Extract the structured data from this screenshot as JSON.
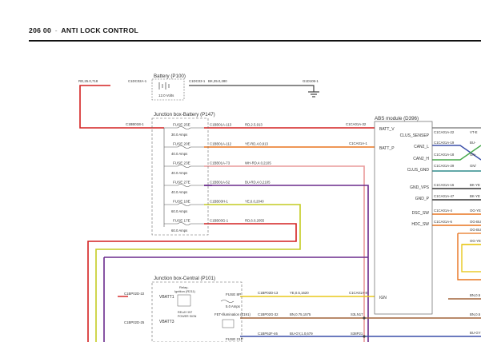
{
  "header": {
    "section": "206 00",
    "separator": "-",
    "title": "ANTI LOCK CONTROL"
  },
  "battery": {
    "title": "Battery (P100)",
    "voltage": "12.0 Volts"
  },
  "battery_wires": {
    "left_wire": "RD,25.0,718",
    "left_conn": "C1DC02A-1",
    "right_conn": "C1DC03-1",
    "right_wire": "BK,35.0,280",
    "ground": "G1D106-1"
  },
  "jb_battery": {
    "title": "Junction box-Battery (P147)",
    "input_conn": "C1BB01B-1",
    "fuses": [
      {
        "name": "FUSE 25E",
        "rating": "30.0 Amps",
        "conn": "C1BB01A-113",
        "wire": "RD,2.5,913"
      },
      {
        "name": "FUSE 20E",
        "rating": "40.0 Amps",
        "conn": "C1BB01A-112",
        "wire": "YE-RD,4.0,913"
      },
      {
        "name": "FUSE 23E",
        "rating": "40.0 Amps",
        "conn": "C1BB01A-73",
        "wire": "WH-RD,4.0,2105"
      },
      {
        "name": "FUSE 27E",
        "rating": "40.0 Amps",
        "conn": "C1BB01A-52",
        "wire": "BU-RD,4.0,2105"
      },
      {
        "name": "FUSE 18E",
        "rating": "60.0 Amps",
        "conn": "C1BB03H-1",
        "wire": "YE,6.0,2040"
      },
      {
        "name": "FUSE 17E",
        "rating": "60.0 Amps",
        "conn": "C1BB03G-1",
        "wire": "RD,6.0,2055"
      }
    ],
    "abs_conn_1": "C1CA01A-32",
    "abs_conn_2": "C1CA01A-1"
  },
  "abs_module": {
    "title": "ABS module (D396)",
    "left_pins": [
      "BATT_V",
      "BATT_P",
      "IGN"
    ],
    "right_pins": [
      "CLUS_SENSEP",
      "CAN2_L",
      "CAN2_H",
      "CLUS_GND",
      "GND_VPS",
      "GND_P",
      "DSC_SW",
      "HDC_SW"
    ],
    "right_conns": [
      {
        "conn": "C1CA01A-22",
        "wire": "VT-E"
      },
      {
        "conn": "C1CA01A-19",
        "wire": "BU-"
      },
      {
        "conn": "C1CA01A-18",
        "wire": "GN-"
      },
      {
        "conn": "C1CA01A-29",
        "wire": "GN/"
      },
      {
        "conn": "C1CA01A-16",
        "wire": "BK-YE"
      },
      {
        "conn": "C1CA01A-47",
        "wire": "BK-YE"
      },
      {
        "conn": "C1CA01A-4",
        "wire": "OG-YE"
      },
      {
        "conn": "C1CA01A-6",
        "wire": "OG-BU"
      },
      {
        "conn": "",
        "wire": "OG-BU"
      },
      {
        "conn": "",
        "wire": "OG-YE"
      },
      {
        "conn": "",
        "wire": "BN,0.5"
      },
      {
        "conn": "",
        "wire": "BN,0.5"
      },
      {
        "conn": "",
        "wire": "BU-GY"
      }
    ],
    "ign_conn": "C1CA01A-8"
  },
  "jb_central": {
    "title": "Junction box-Central (P101)",
    "relay_title": "Relay-",
    "relay_subtitle": "Ignition (R211)",
    "relay2_title": "RELAY INT",
    "relay2_subtitle": "POWER SIGN",
    "vbatt1": "VBATT1",
    "vbatt3": "VBATT3",
    "conn_left_1": "C1BP02D-22",
    "conn_left_2": "C1BP02D-25",
    "fuse_8p": {
      "name": "FUSE 8P",
      "rating": "5.0 Amps",
      "conn": "C1BP02D-13",
      "wire": "YE,0.5,1620"
    },
    "fet": {
      "name": "FET-Illumination (Z191)",
      "conn": "C1BP02G-32",
      "wire": "BN,0.75,1575",
      "splice": "S3LN17"
    },
    "fuse_21p": {
      "name": "FUSE 21P",
      "conn": "C1BP62F-46",
      "wire": "BU-GY,1.0,679",
      "splice": "S38P21"
    }
  },
  "colors": {
    "red": "#d42020",
    "orange": "#e8731e",
    "pink": "#e99a9a",
    "purple": "#6a2a8c",
    "yellow_green": "#c4cc22",
    "yellow": "#e8c81c",
    "brown": "#a2643a",
    "blue": "#3a4ea8",
    "green": "#46a84a",
    "teal": "#2e8b8b",
    "gray": "#8a8a8a"
  }
}
